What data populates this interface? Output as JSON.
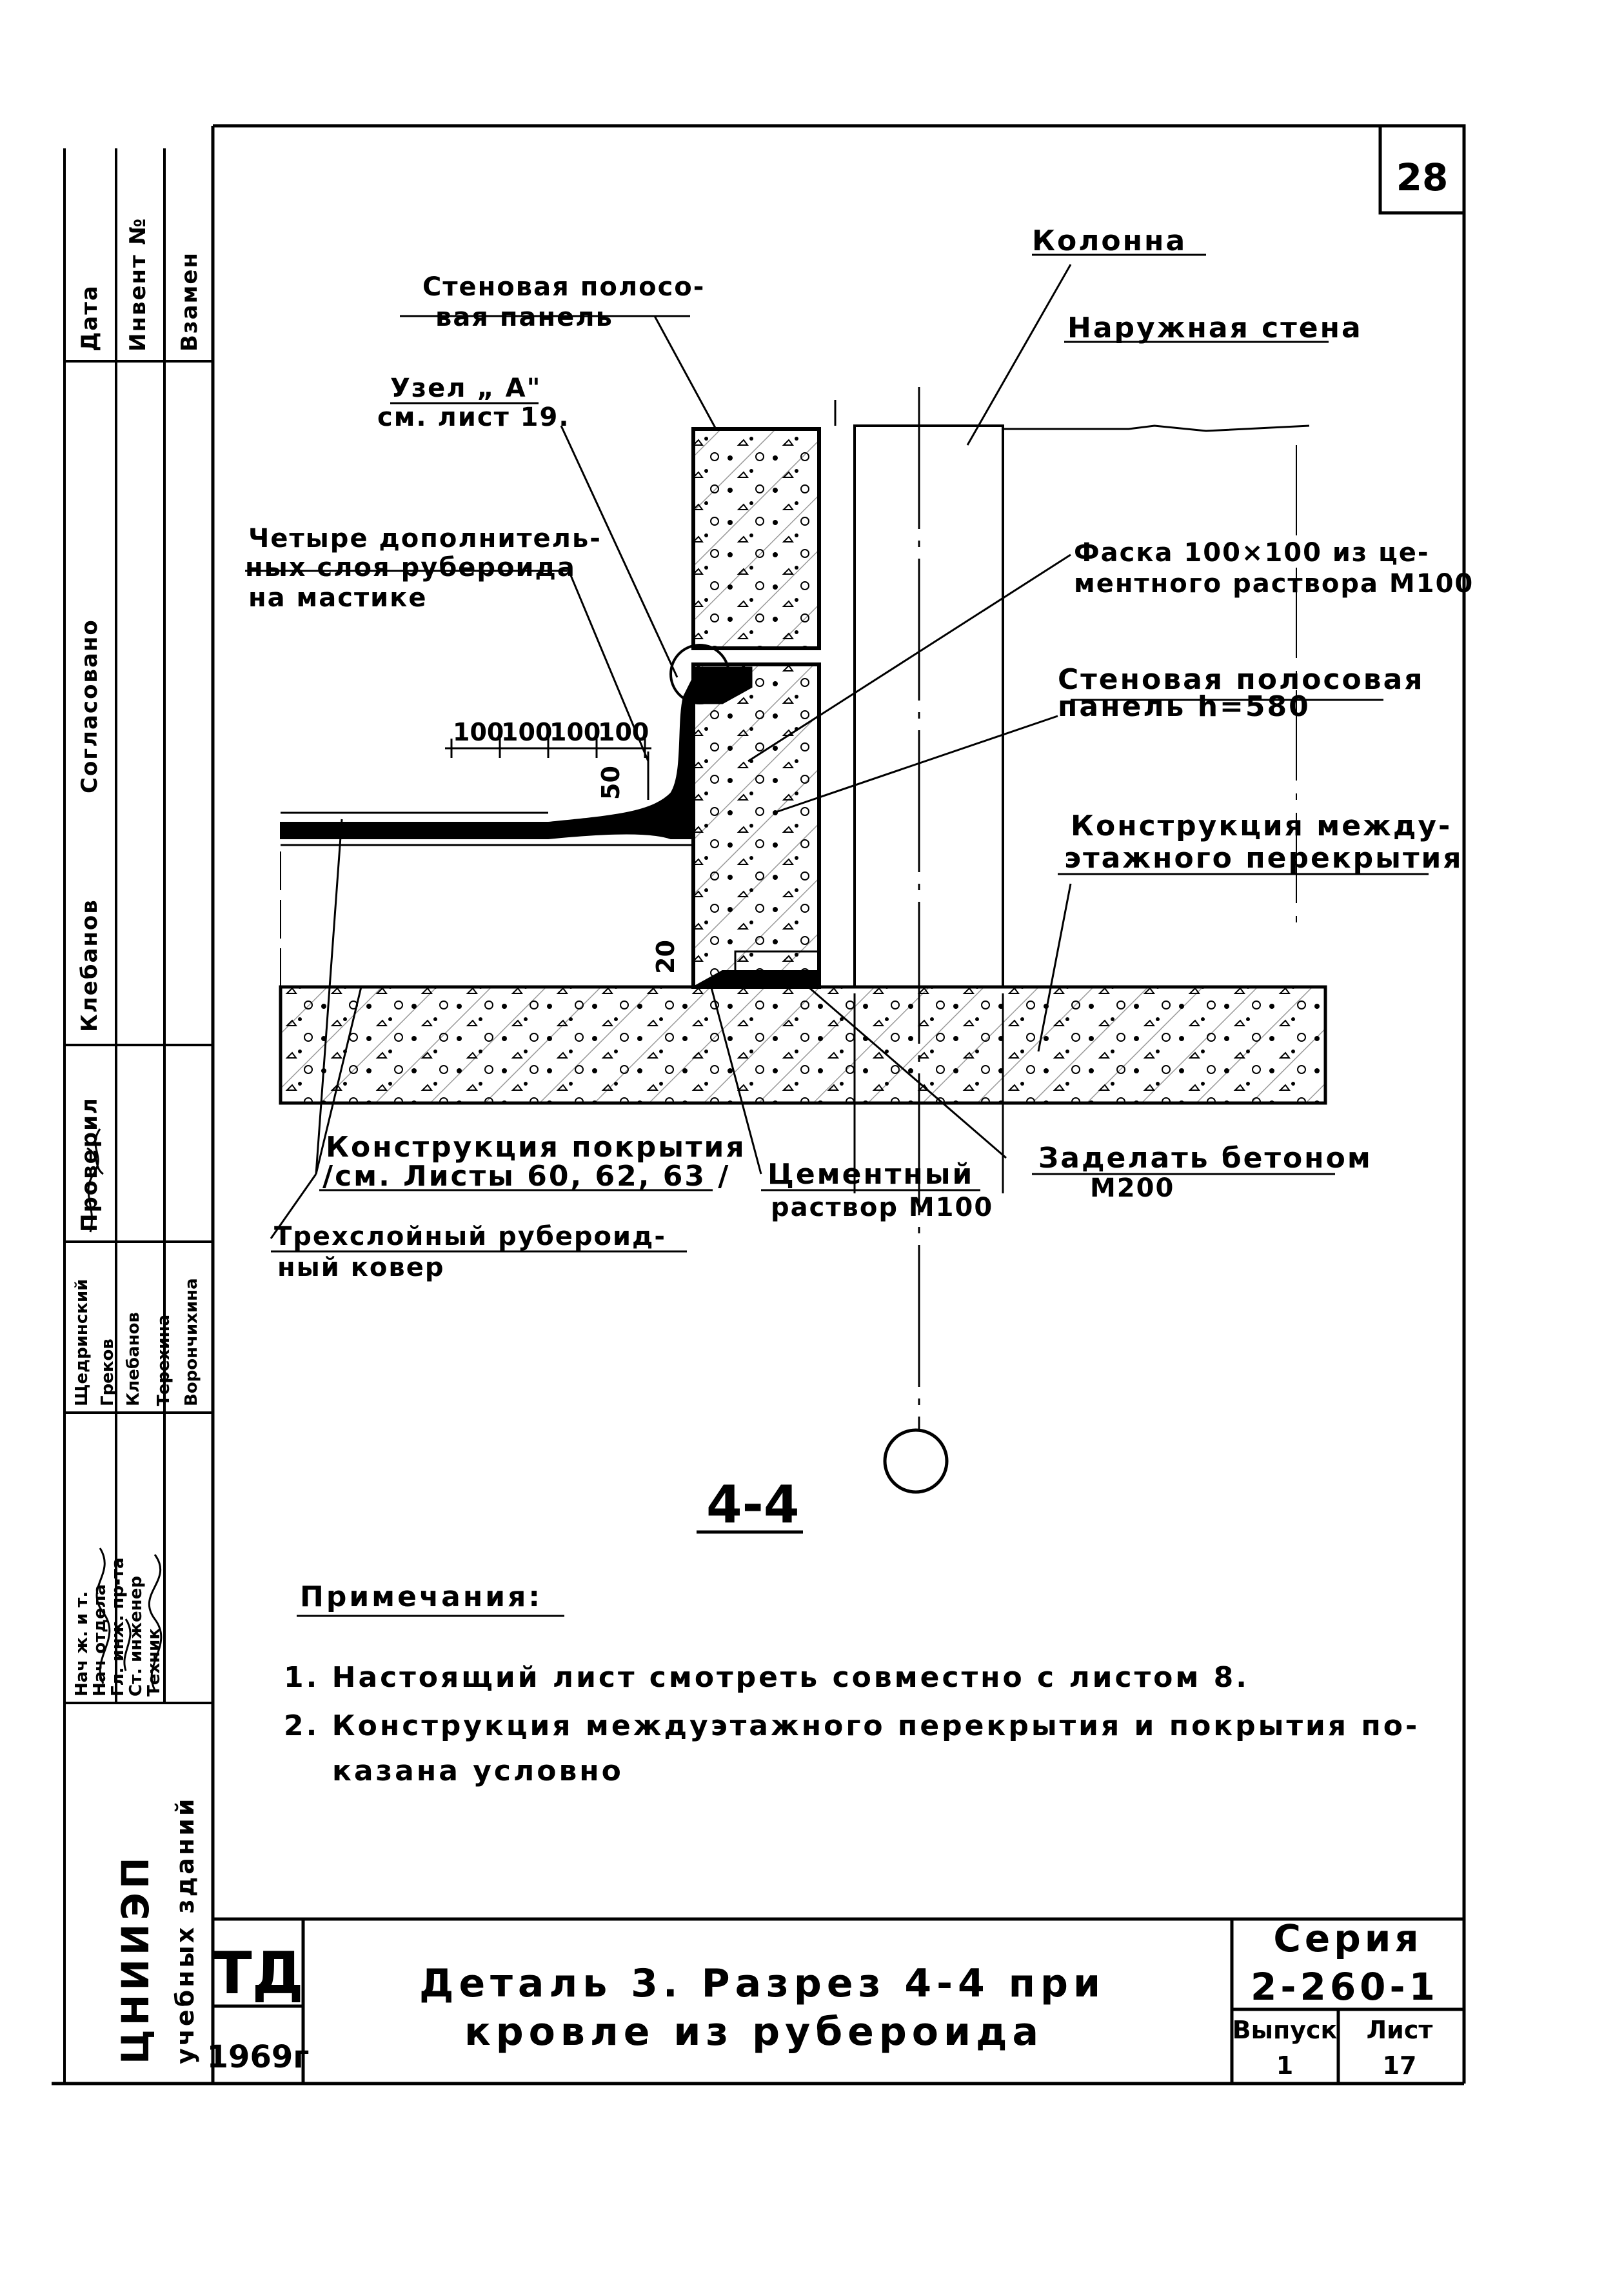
{
  "sheet_number": "28",
  "section_mark": "4-4",
  "callouts": {
    "column": "Колонна",
    "outer_wall": "Наружная стена",
    "wall_panel_top_1": "Стеновая полосо-",
    "wall_panel_top_2": "вая панель",
    "node_a_1": "Узел „ А\"",
    "node_a_2": "см. лист 19.",
    "four_layers_1": "Четыре дополнитель-",
    "four_layers_2": "ных слоя рубероида",
    "four_layers_3": "на мастике",
    "chamfer_1": "Фаска 100×100 из це-",
    "chamfer_2": "ментного раствора М100",
    "wall_panel_h_1": "Стеновая полосовая",
    "wall_panel_h_2": "панель h=580",
    "floor_1": "Конструкция между-",
    "floor_2": "этажного перекрытия",
    "roof_1": "Конструкция покрытия",
    "roof_2": "/см.   Листы 60, 62, 63 /",
    "concrete_1": "Заделать бетоном",
    "concrete_2": "М200",
    "mortar_1": "Цементный",
    "mortar_2": "раствор М100",
    "carpet_1": "Трехслойный рубероид-",
    "carpet_2": "ный ковер"
  },
  "dimensions": {
    "d1": "100",
    "d2": "100",
    "d3": "100",
    "d4": "100",
    "d_vert": "50",
    "d_gap": "20"
  },
  "notes": {
    "heading": "Примечания:",
    "n1": "1.  Настоящий  лист  смотреть  совместно  с листом 8.",
    "n2a": "2.  Конструкция  междуэтажного  перекрытия  и покрытия  по-",
    "n2b": "казана   условно"
  },
  "title_block": {
    "code": "ТД",
    "year": "1969г",
    "title_1": "Деталь 3.  Разрез  4-4  при",
    "title_2": "кровле  из  рубероида",
    "series_label": "Серия",
    "series_value": "2-260-1",
    "issue_label": "Выпуск",
    "issue_value": "1",
    "sheet_label": "Лист",
    "sheet_value": "17"
  },
  "side_stamp": {
    "date": "Дата",
    "inventory": "Инвент №",
    "replaced": "Взамен",
    "agreed": "Согласовано",
    "checked_name": "Клебанов",
    "checked": "Проверил",
    "org_1": "ЦНИИЭП",
    "org_2": "учебных зданий",
    "roles": [
      "Нач ж. и т.",
      "Нач отдела",
      "Гл. инж. пр-та",
      "Ст. инженер",
      "Техник"
    ],
    "names": [
      "Щедринский",
      "Греков",
      "Клебанов",
      "Терехина",
      "Ворончихина"
    ]
  }
}
